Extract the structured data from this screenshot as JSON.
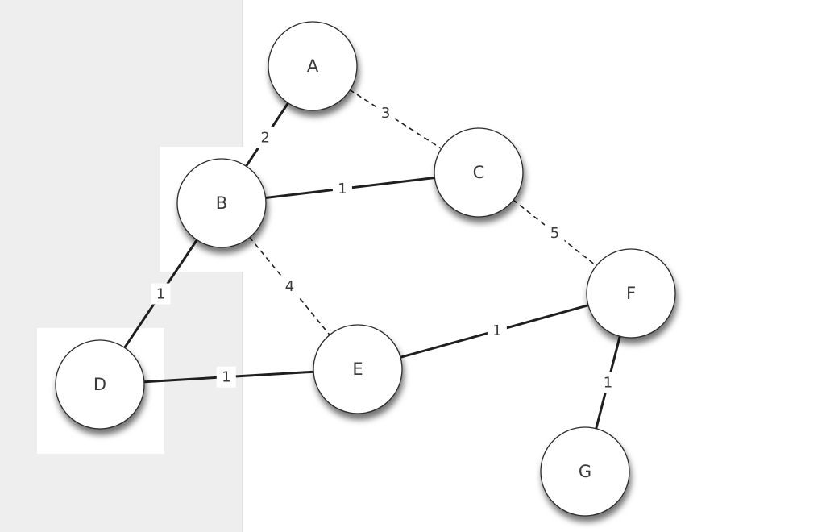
{
  "colors": {
    "panel": "#eeeeee",
    "highlight": "#ffffff",
    "edge": "#1f1f1f",
    "node_fill": "#ffffff",
    "node_stroke": "#2a2a2a",
    "text": "#3a3a3a"
  },
  "graph": {
    "nodes": [
      {
        "id": "A",
        "label": "A"
      },
      {
        "id": "B",
        "label": "B"
      },
      {
        "id": "C",
        "label": "C"
      },
      {
        "id": "D",
        "label": "D"
      },
      {
        "id": "E",
        "label": "E"
      },
      {
        "id": "F",
        "label": "F"
      },
      {
        "id": "G",
        "label": "G"
      }
    ],
    "edges": [
      {
        "id": "A-B",
        "from": "A",
        "to": "B",
        "weight": "2",
        "style": "solid"
      },
      {
        "id": "A-C",
        "from": "A",
        "to": "C",
        "weight": "3",
        "style": "dashed"
      },
      {
        "id": "B-C",
        "from": "B",
        "to": "C",
        "weight": "1",
        "style": "solid"
      },
      {
        "id": "B-D",
        "from": "B",
        "to": "D",
        "weight": "1",
        "style": "solid"
      },
      {
        "id": "B-E",
        "from": "B",
        "to": "E",
        "weight": "4",
        "style": "dashed"
      },
      {
        "id": "C-F",
        "from": "C",
        "to": "F",
        "weight": "5",
        "style": "dashed"
      },
      {
        "id": "D-E",
        "from": "D",
        "to": "E",
        "weight": "1",
        "style": "solid"
      },
      {
        "id": "E-F",
        "from": "E",
        "to": "F",
        "weight": "1",
        "style": "solid"
      },
      {
        "id": "F-G",
        "from": "F",
        "to": "G",
        "weight": "1",
        "style": "solid"
      }
    ]
  }
}
